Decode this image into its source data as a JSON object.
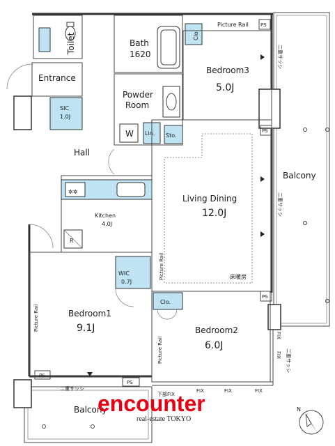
{
  "rooms": {
    "toilet": "Toilet",
    "bath": "Bath",
    "bath_size": "1620",
    "bedroom3": "Bedroom3",
    "bedroom3_size": "5.0J",
    "entrance": "Entrance",
    "powder_room_1": "Powder",
    "powder_room_2": "Room",
    "sic": "SIC",
    "sic_size": "1.0J",
    "w": "W",
    "lin": "Lin.",
    "sto": "Sto.",
    "hall": "Hall",
    "kitchen": "Kitchen",
    "kitchen_size": "4.0J",
    "r": "R",
    "living_dining": "Living Dining",
    "living_dining_size": "12.0J",
    "floor_heating": "床暖房",
    "wic": "WIC",
    "wic_size": "0.7J",
    "bedroom1": "Bedroom1",
    "bedroom1_size": "9.1J",
    "bedroom2": "Bedroom2",
    "bedroom2_size": "6.0J",
    "clo_top": "Clo.",
    "clo_bed2": "Clo.",
    "balcony_right": "Balcony",
    "balcony_bottom": "Balcony"
  },
  "labels": {
    "picture_rail_top": "Picture Rail",
    "picture_rail_left": "Picture Rail",
    "picture_rail_mid": "Picture Rail",
    "picture_rail_bed2": "Picture Rail",
    "ps_1": "PS",
    "ps_2": "PS",
    "ps_3": "PS",
    "ps_4": "PS",
    "ps_5": "PS",
    "double_sash_1": "二重サッシ",
    "double_sash_2": "二重サッシ",
    "double_sash_3": "二重サッシ",
    "double_sash_4": "二重サッシ",
    "fix_1": "FIX",
    "fix_2": "FIX",
    "fix_3": "FIX",
    "fix_4": "FIX",
    "fix_5": "FIX",
    "bottom_fix": "下部FIX",
    "north": "N"
  },
  "brand": {
    "name": "encounter",
    "tagline": "real-estate TOKYO",
    "color": "#e60012"
  }
}
